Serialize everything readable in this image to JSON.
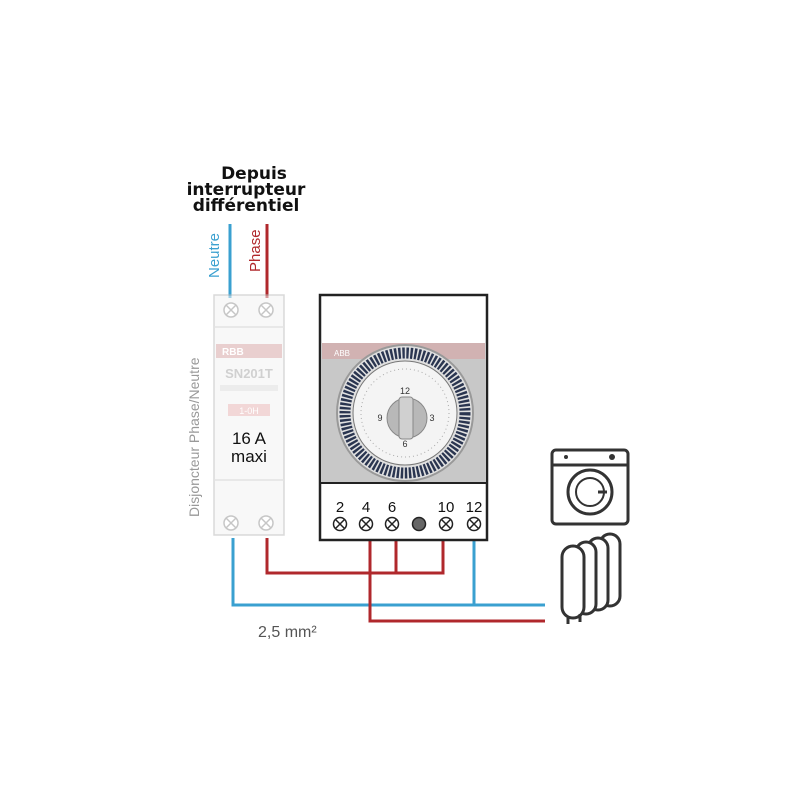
{
  "header": {
    "lines": [
      "Depuis",
      "interrupteur",
      "différentiel"
    ]
  },
  "wires": {
    "neutral_label": "Neutre",
    "phase_label": "Phase",
    "neutral_color": "#3aa0d0",
    "phase_color": "#b0282c",
    "section_label": "2,5 mm²"
  },
  "breaker": {
    "side_label": "Disjoncteur Phase/Neutre",
    "brand": "RBB",
    "model": "SN201T",
    "curve": "1-0H",
    "rating_line1": "16 A",
    "rating_line2": "maxi"
  },
  "timer": {
    "brand": "ABB",
    "terminals": [
      "2",
      "4",
      "6",
      "10",
      "12"
    ],
    "dial_numbers": [
      "12",
      "3",
      "6",
      "9"
    ]
  },
  "loads": {
    "washing_machine_icon": "washing-machine-icon",
    "radiator_icon": "radiator-icon"
  }
}
